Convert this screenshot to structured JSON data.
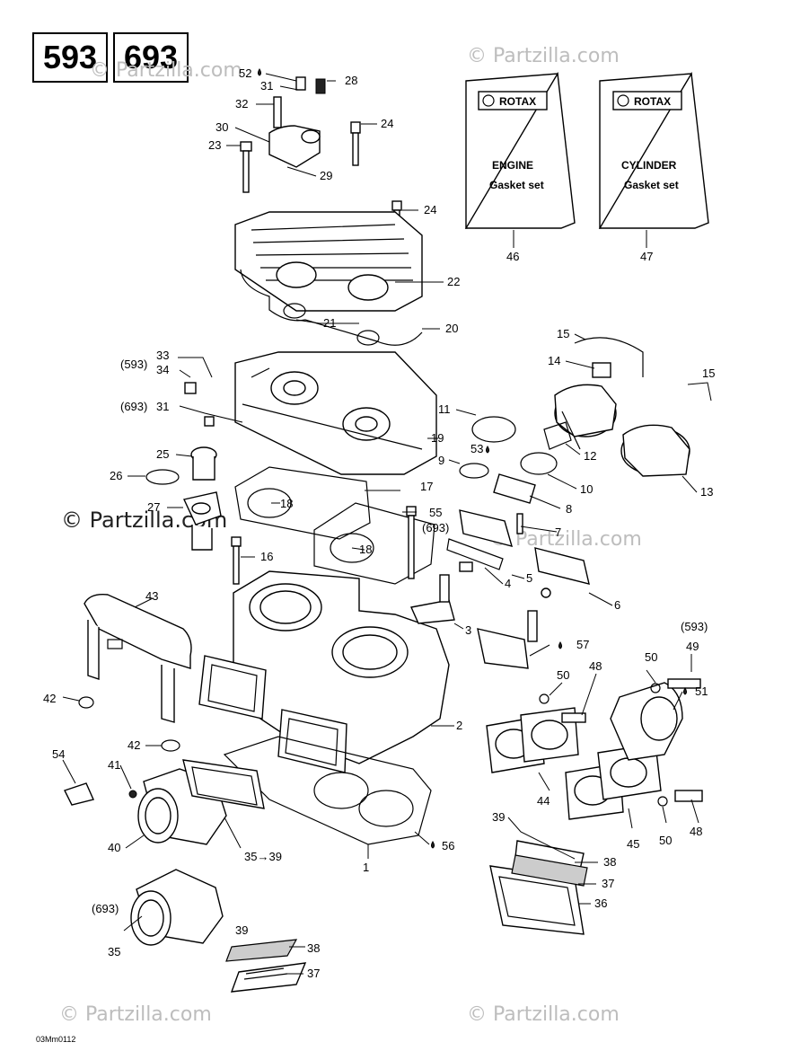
{
  "engine_models": [
    "593",
    "693"
  ],
  "watermarks": {
    "site": "© Partzilla.com",
    "site_plain": "© Partzilla.com"
  },
  "document_code": "03Mm0112",
  "booklets": [
    {
      "brand": "ROTAX",
      "line1": "ENGINE",
      "line2": "Gasket set",
      "ref": "46"
    },
    {
      "brand": "ROTAX",
      "line1": "CYLINDER",
      "line2": "Gasket set",
      "ref": "47"
    }
  ],
  "variant_labels": {
    "v593": "(593)",
    "v693": "(693)"
  },
  "callouts": {
    "c52": "52",
    "c31a": "31",
    "c28": "28",
    "c32": "32",
    "c30": "30",
    "c24a": "24",
    "c23": "23",
    "c29": "29",
    "c24b": "24",
    "c22": "22",
    "c21": "21",
    "c20": "20",
    "c33": "33",
    "c34": "34",
    "c31b": "31",
    "c25": "25",
    "c26": "26",
    "c27": "27",
    "c18a": "18",
    "c18b": "18",
    "c17": "17",
    "c19": "19",
    "c55": "55",
    "c16": "16",
    "c11": "11",
    "c53": "53",
    "c9": "9",
    "c12": "12",
    "c10": "10",
    "c8": "8",
    "c15a": "15",
    "c14": "14",
    "c15b": "15",
    "c13": "13",
    "c7": "7",
    "c4": "4",
    "c5": "5",
    "c6": "6",
    "c3": "3",
    "c57": "57",
    "c43": "43",
    "c42a": "42",
    "c42b": "42",
    "c2": "2",
    "c54": "54",
    "c41": "41",
    "c40": "40",
    "c35a": "35→39",
    "c1": "1",
    "c56": "56",
    "c49": "49",
    "c50a": "50",
    "c48a": "48",
    "c50b": "50",
    "c51": "51",
    "c44": "44",
    "c45": "45",
    "c50c": "50",
    "c48b": "48",
    "c39a": "39",
    "c38a": "38",
    "c37a": "37",
    "c36": "36",
    "c35b": "35",
    "c39b": "39",
    "c38b": "38",
    "c37b": "37"
  },
  "colors": {
    "line": "#000000",
    "watermark": "#bdbdbd"
  }
}
